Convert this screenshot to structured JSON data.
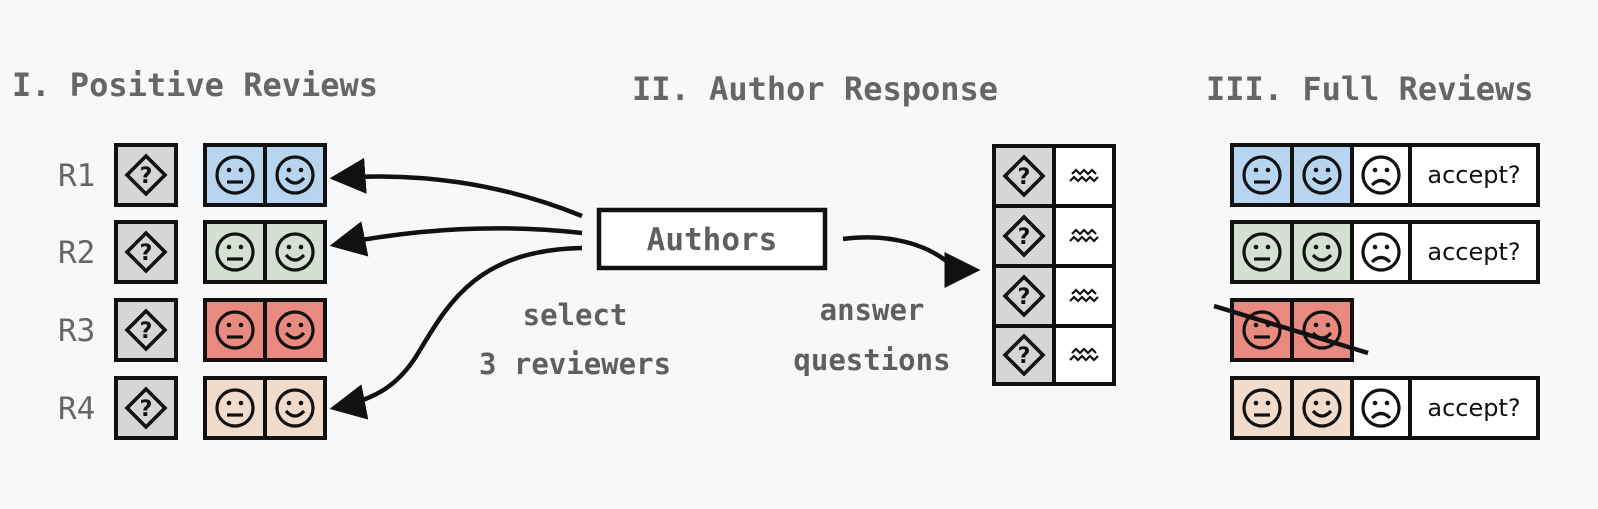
{
  "titles": {
    "positive": "I. Positive Reviews",
    "response": "II. Author Response",
    "full": "III. Full Reviews"
  },
  "reviewers": [
    "R1",
    "R2",
    "R3",
    "R4"
  ],
  "authors_label": "Authors",
  "select_label": [
    "select",
    "3 reviewers"
  ],
  "answer_label": [
    "answer",
    "questions"
  ],
  "accept_label": "accept?",
  "colors": {
    "background": "#f7f8fa",
    "question_box": "#d6d6d6",
    "R1": "#b8d5ef",
    "R2": "#d3e0d2",
    "R3": "#e98a80",
    "R4": "#f1dccb"
  },
  "icons": {
    "question": "diamond-question-icon",
    "neutral": "neutral-face-icon",
    "happy": "smiley-face-icon",
    "sad": "frown-face-icon",
    "answer": "wavy-text-icon"
  },
  "selected_reviewers": [
    "R1",
    "R2",
    "R4"
  ],
  "excluded_reviewer": "R3"
}
